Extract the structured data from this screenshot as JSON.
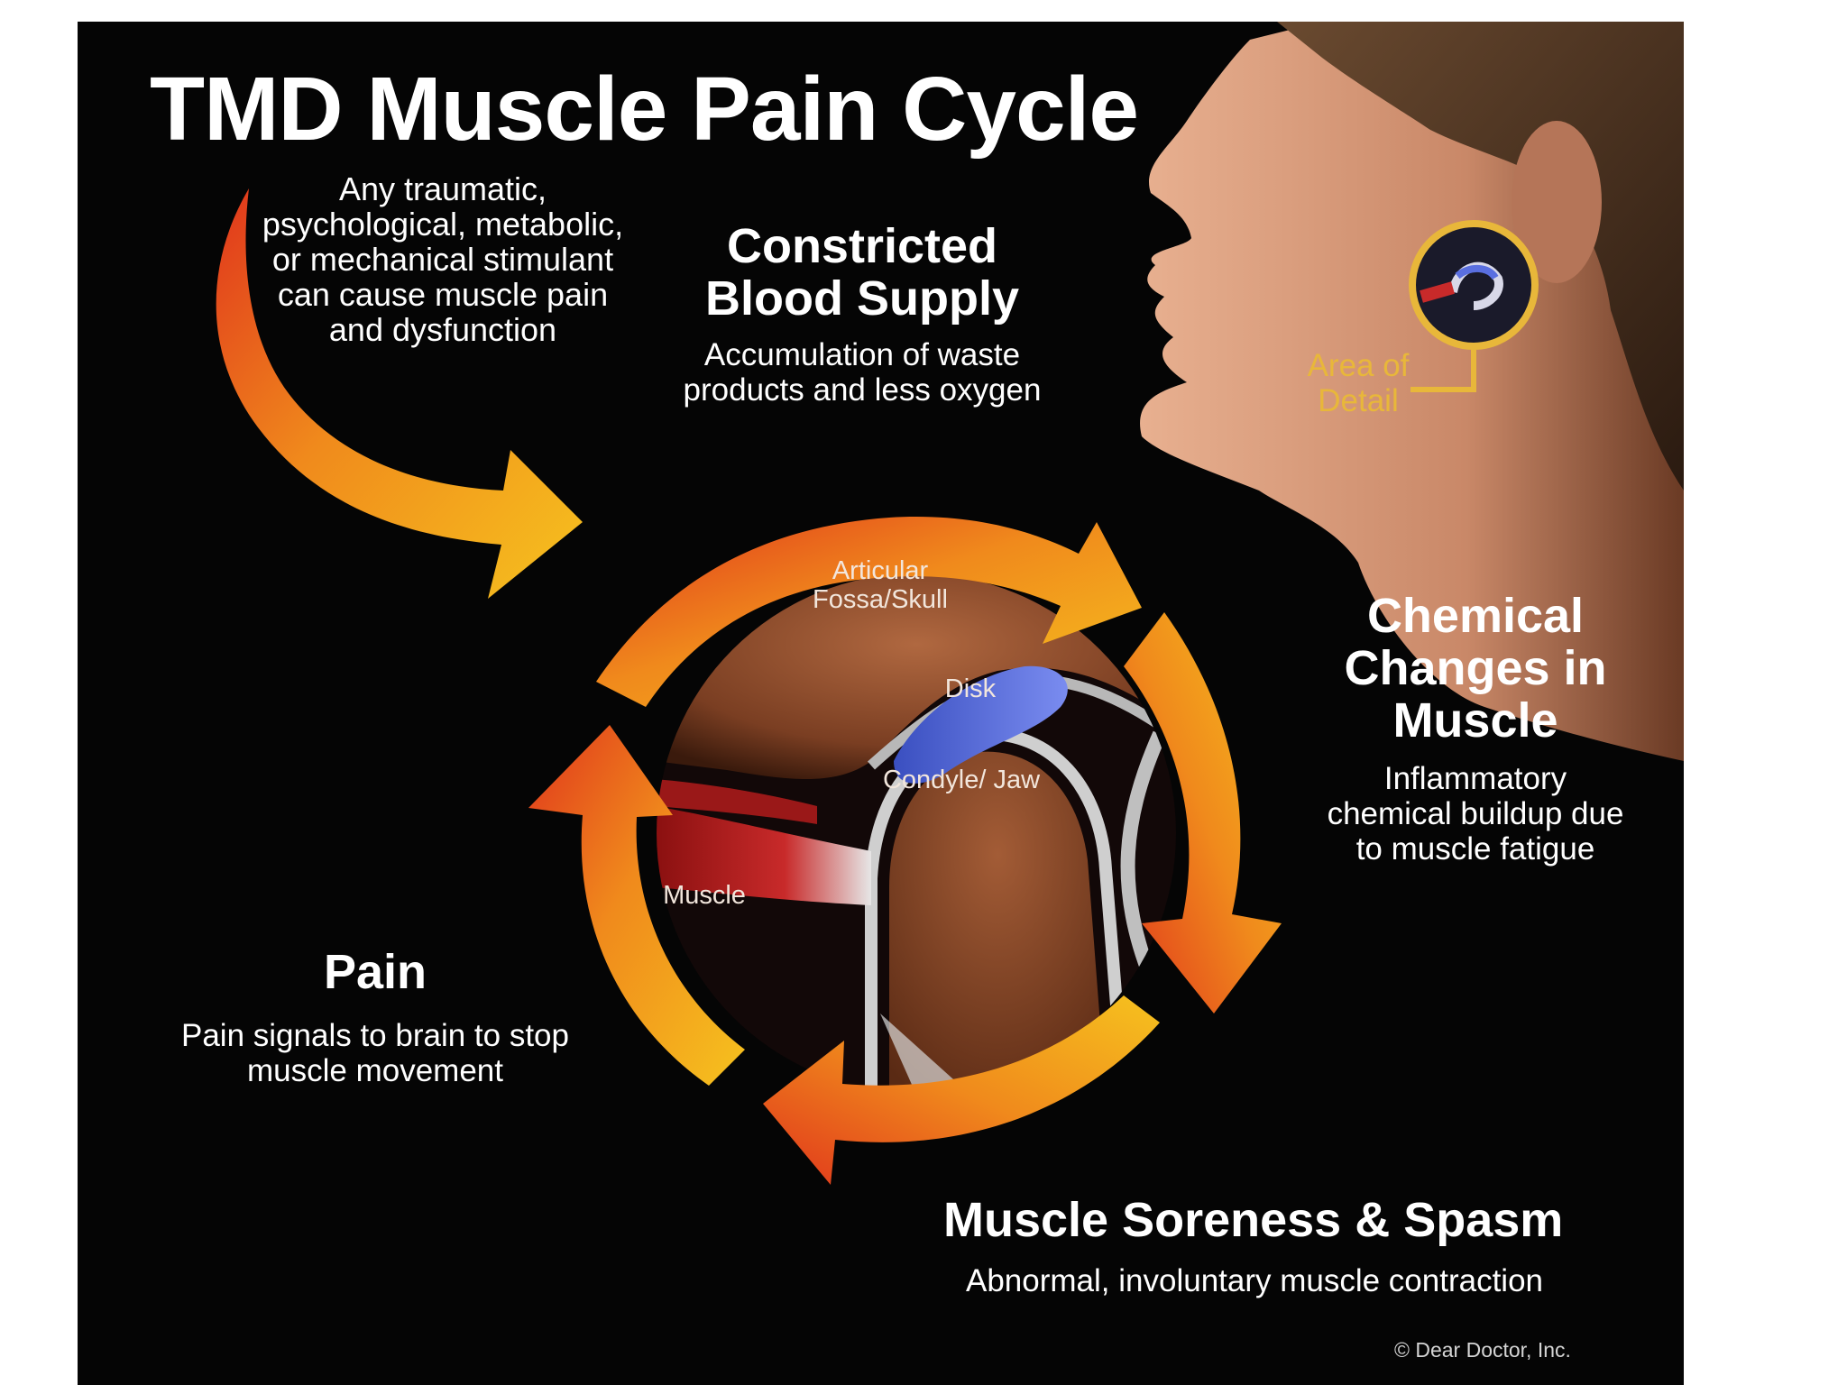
{
  "title": "TMD Muscle Pain Cycle",
  "stimulus_text": "Any traumatic, psychological, metabolic, or mechanical stimulant can cause muscle pain and dysfunction",
  "stages": {
    "constricted": {
      "heading": "Constricted Blood Supply",
      "text": "Accumulation of waste products and less oxygen"
    },
    "chemical": {
      "heading": "Chemical Changes in Muscle",
      "text": "Inflammatory chemical buildup due to muscle fatigue"
    },
    "soreness": {
      "heading": "Muscle Soreness & Spasm",
      "text": "Abnormal, involuntary muscle contraction"
    },
    "pain": {
      "heading": "Pain",
      "text": "Pain signals to brain to stop muscle movement"
    }
  },
  "anatomy": {
    "fossa": "Articular Fossa/Skull",
    "disk": "Disk",
    "condyle": "Condyle/ Jaw",
    "muscle": "Muscle"
  },
  "detail_label": "Area of Detail",
  "copyright": "© Dear Doctor, Inc.",
  "colors": {
    "background": "#050505",
    "arrow_orange": "#f08a1c",
    "arrow_yellow": "#f6c21e",
    "arrow_red": "#e0351c",
    "bone": "#8a4a2c",
    "disk": "#4a5fd0",
    "detail_gold": "#e8b73a"
  }
}
